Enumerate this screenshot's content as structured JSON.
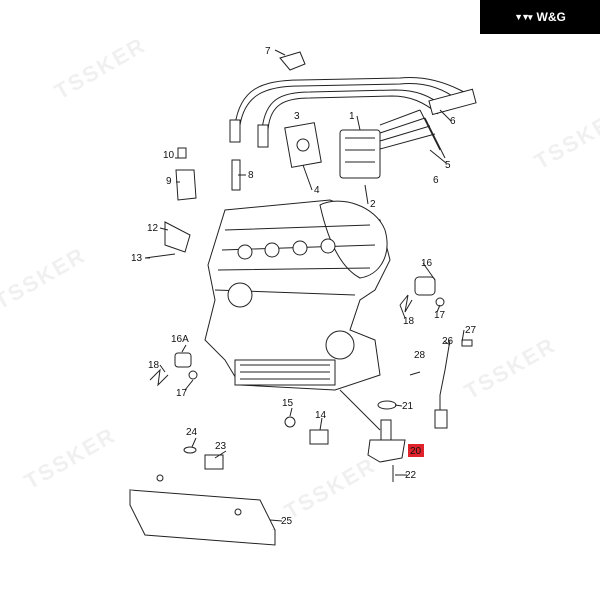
{
  "brand": {
    "name": "W&G",
    "icon": "wing-chevrons-icon"
  },
  "watermark": "TSSKER",
  "highlight_color": "#e0232a",
  "labels": [
    "7",
    "1",
    "3",
    "6",
    "5",
    "6",
    "10",
    "9",
    "8",
    "4",
    "2",
    "12",
    "13",
    "16",
    "17",
    "18",
    "16A",
    "27",
    "26",
    "28",
    "18",
    "17",
    "15",
    "14",
    "21",
    "24",
    "23",
    "20",
    "22",
    "25"
  ],
  "highlighted_part": "20"
}
